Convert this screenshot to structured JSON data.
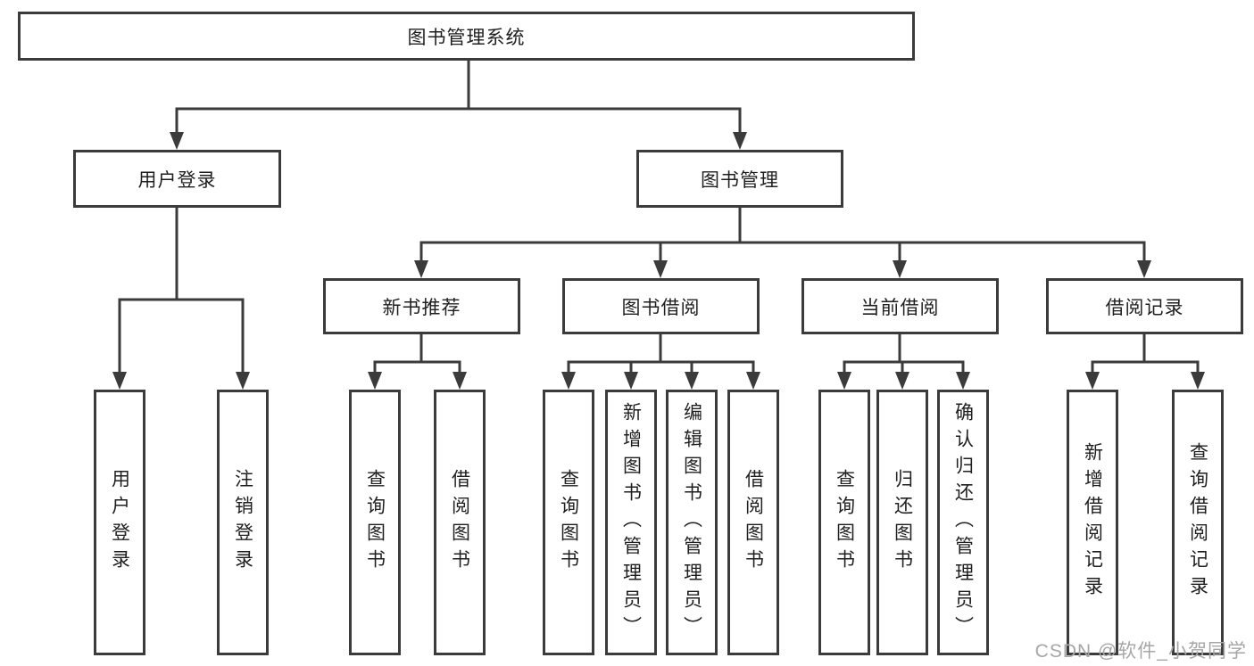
{
  "colors": {
    "line": "#3b3b3b",
    "box_border": "#3b3b3b",
    "text": "#1f1f1f",
    "background": "#ffffff",
    "watermark": "#a6a6a6"
  },
  "root_label": "图书管理系统",
  "branches": {
    "user": {
      "label": "用户登录",
      "children": [
        "用户登录",
        "注销登录"
      ]
    },
    "books": {
      "label": "图书管理"
    }
  },
  "book_groups": [
    {
      "label": "新书推荐",
      "children": [
        "查询图书",
        "借阅图书"
      ]
    },
    {
      "label": "图书借阅",
      "children": [
        "查询图书",
        "新增图书（管理员）",
        "编辑图书（管理员）",
        "借阅图书"
      ]
    },
    {
      "label": "当前借阅",
      "children": [
        "查询图书",
        "归还图书",
        "确认归还（管理员）"
      ]
    },
    {
      "label": "借阅记录",
      "children": [
        "新增借阅记录",
        "查询借阅记录"
      ]
    }
  ],
  "watermark": "CSDN @软件_小贺同学"
}
